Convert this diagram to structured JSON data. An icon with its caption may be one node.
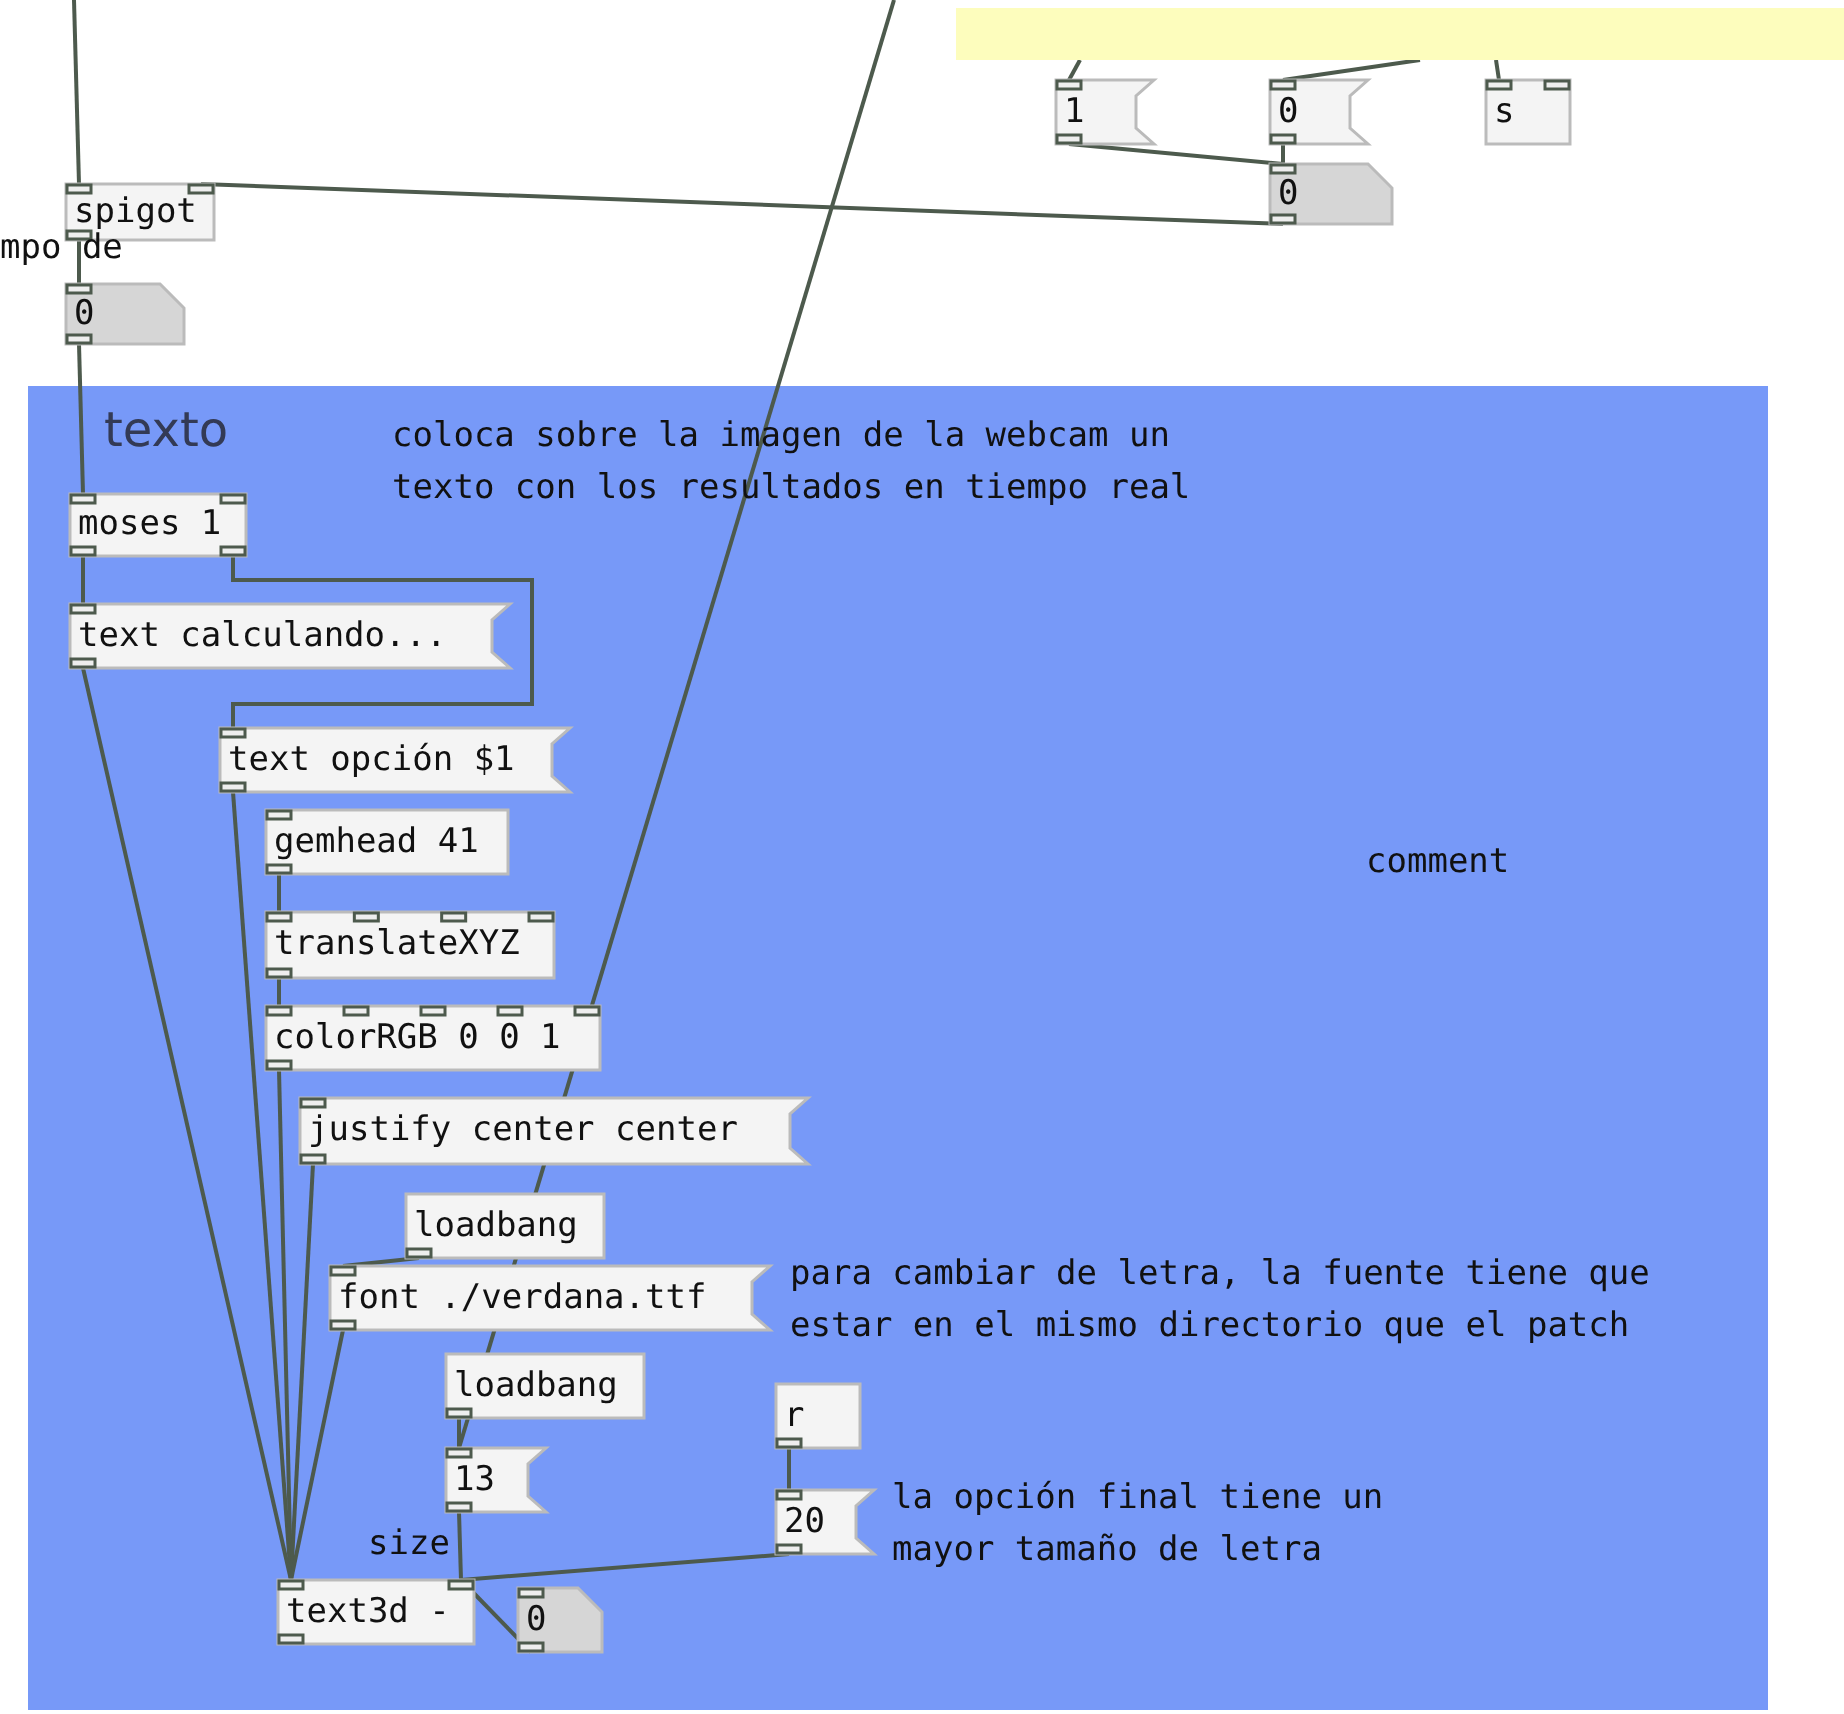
{
  "diagram": {
    "nodes": [
      {
        "text": [
          "spigot"
        ]
      },
      {
        "text": [
          "0"
        ]
      },
      {
        "text": [
          "1"
        ]
      },
      {
        "text": [
          "0"
        ]
      },
      {
        "text": [
          "s"
        ]
      },
      {
        "text": [
          "0"
        ]
      },
      {
        "text": [
          "texto"
        ]
      },
      {
        "text": [
          "moses 1"
        ],
        "in": 6
      },
      {
        "text": [
          "text calculando..."
        ],
        "in": 6
      },
      {
        "text": [
          "text opción $1"
        ],
        "in": 6
      },
      {
        "text": [
          "gemhead 41"
        ],
        "in": 6
      },
      {
        "text": [
          "translateXYZ"
        ],
        "in": 6
      },
      {
        "text": [
          "colorRGB 0 0 1"
        ],
        "in": 6
      },
      {
        "text": [
          "justify center center"
        ],
        "in": 6
      },
      {
        "text": [
          "loadbang"
        ],
        "in": 6
      },
      {
        "text": [
          "font ./verdana.ttf"
        ],
        "in": 6
      },
      {
        "text": [
          "loadbang"
        ],
        "in": 6
      },
      {
        "text": [
          "13"
        ],
        "in": 6
      },
      {
        "text": [
          "r"
        ],
        "in": 6
      },
      {
        "text": [
          "20"
        ],
        "in": 6
      },
      {
        "text": [
          "text3d -"
        ],
        "in": 6
      },
      {
        "text": [
          "0"
        ],
        "in": 6
      },
      {
        "text": [],
        "shape": "box"
      }
    ],
    "edges": [
      {
        "from": null,
        "to": 0,
        "arrow": "none"
      },
      {
        "from": 5,
        "to": 0,
        "arrow": "none"
      },
      {
        "from": 0,
        "to": 1,
        "arrow": "none"
      },
      {
        "from": 1,
        "to": 7,
        "arrow": "none"
      },
      {
        "from": 22,
        "to": 2,
        "arrow": "none"
      },
      {
        "from": 22,
        "to": 3,
        "arrow": "none"
      },
      {
        "from": 22,
        "to": 4,
        "arrow": "none"
      },
      {
        "from": 2,
        "to": 5,
        "arrow": "none"
      },
      {
        "from": 3,
        "to": 5,
        "arrow": "none"
      },
      {
        "from": 7,
        "to": 8,
        "arrow": "none"
      },
      {
        "from": 7,
        "to": 9,
        "arrow": "none"
      },
      {
        "from": null,
        "to": 17,
        "arrow": "none"
      },
      {
        "from": 8,
        "to": 20,
        "arrow": "none"
      },
      {
        "from": 9,
        "to": 20,
        "arrow": "none"
      },
      {
        "from": 10,
        "to": 11,
        "arrow": "none"
      },
      {
        "from": 11,
        "to": 12,
        "arrow": "none"
      },
      {
        "from": 12,
        "to": 20,
        "arrow": "none"
      },
      {
        "from": 13,
        "to": 20,
        "arrow": "none"
      },
      {
        "from": 14,
        "to": 15,
        "arrow": "none"
      },
      {
        "from": 15,
        "to": 20,
        "arrow": "none"
      },
      {
        "from": 16,
        "to": 17,
        "arrow": "none"
      },
      {
        "from": 17,
        "to": 20,
        "arrow": "none"
      },
      {
        "from": 18,
        "to": 19,
        "arrow": "none"
      },
      {
        "from": 19,
        "to": 20,
        "arrow": "none"
      },
      {
        "from": 21,
        "to": 20,
        "arrow": "none"
      }
    ],
    "labels": [
      "mpo de",
      "coloca sobre la imagen de la webcam un texto con los resultados en tiempo real",
      "comment",
      "para cambiar de letra, la fuente tiene que estar en el mismo directorio que el patch",
      "size",
      "la opción final tiene un mayor tamaño de letra"
    ]
  }
}
